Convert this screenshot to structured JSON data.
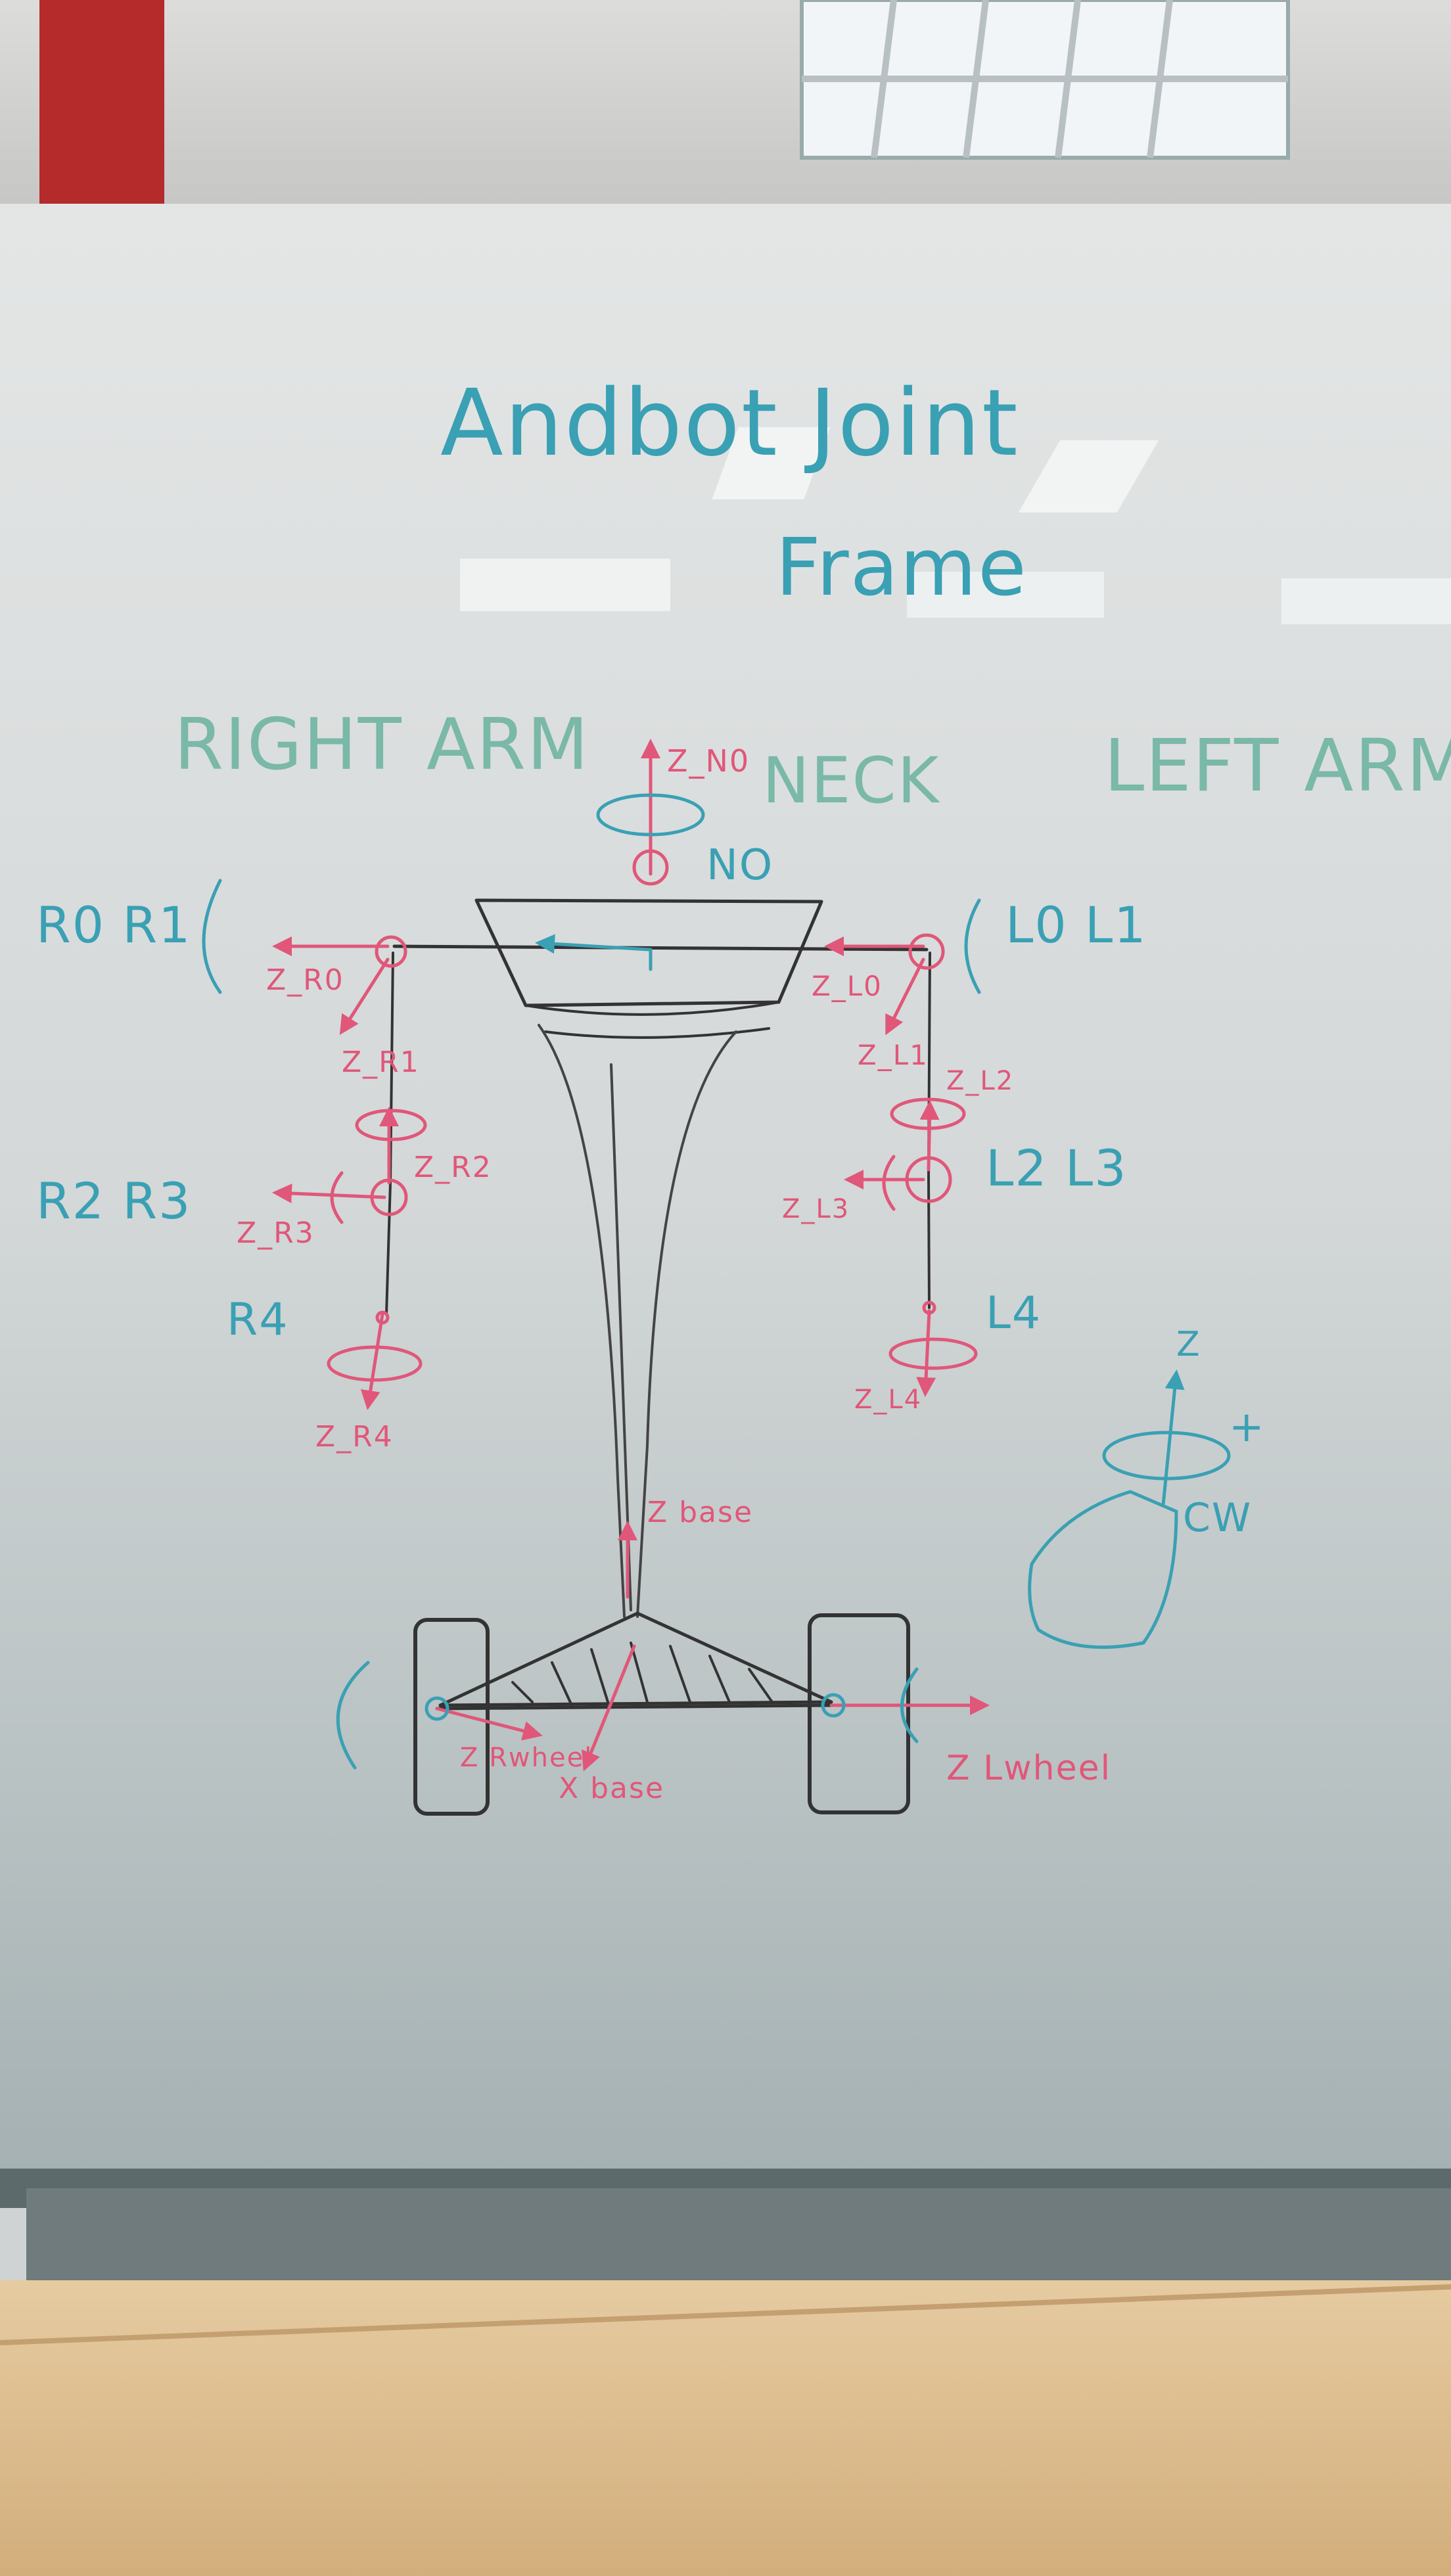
{
  "title": {
    "line1": "Andbot Joint",
    "line2": "Frame"
  },
  "sections": {
    "right_arm": "RIGHT ARM",
    "neck": "NECK",
    "left_arm": "LEFT ARM"
  },
  "joints": {
    "neck": "NO",
    "right_shoulder": "R0 R1",
    "right_elbow": "R2 R3",
    "right_wrist": "R4",
    "left_shoulder": "L0 L1",
    "left_elbow": "L2 L3",
    "left_wrist": "L4"
  },
  "axes": {
    "z_n0": "Z_N0",
    "z_r0": "Z_R0",
    "z_r1": "Z_R1",
    "z_r2": "Z_R2",
    "z_r3": "Z_R3",
    "z_r4": "Z_R4",
    "z_l0": "Z_L0",
    "z_l1": "Z_L1",
    "z_l2": "Z_L2",
    "z_l3": "Z_L3",
    "z_l4": "Z_L4",
    "z_base": "Z base",
    "x_base": "X base",
    "z_rwheel": "Z Rwheel",
    "z_lwheel": "Z Lwheel"
  },
  "legend": {
    "axis": "Z",
    "sign": "+",
    "direction": "CW"
  },
  "colors": {
    "marker_teal": "#3aa0b4",
    "marker_green": "#7ab8a8",
    "marker_pink": "#e0577a",
    "marker_black": "#333333",
    "cabinet": "#d9b98c"
  }
}
